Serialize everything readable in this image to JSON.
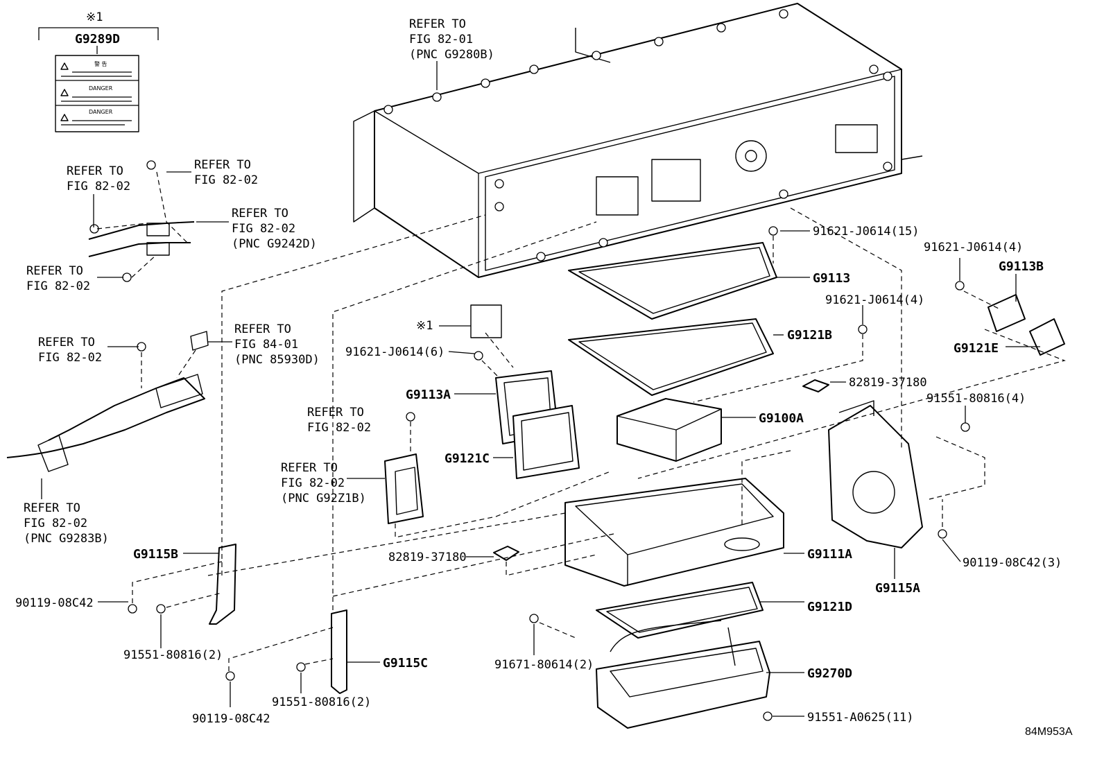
{
  "figure_code": "84M953A",
  "note_mark": "※1",
  "label_set": {
    "part": "G9289D",
    "lines": [
      "警 告",
      "DANGER",
      "DANGER"
    ]
  },
  "callouts": {
    "refer_8201": [
      "REFER TO",
      "FIG 82-01",
      "(PNC G9280B)"
    ],
    "refer_8202_top_left": [
      "REFER TO",
      "FIG 82-02"
    ],
    "refer_8202_top_right": [
      "REFER TO",
      "FIG 82-02"
    ],
    "refer_8202_g9242d": [
      "REFER TO",
      "FIG 82-02",
      "(PNC G9242D)"
    ],
    "refer_8202_mid_left": [
      "REFER TO",
      "FIG 82-02"
    ],
    "refer_8401": [
      "REFER TO",
      "FIG 84-01",
      "(PNC 85930D)"
    ],
    "refer_8202_harness": [
      "REFER TO",
      "FIG 82-02"
    ],
    "refer_8202_g9283b": [
      "REFER TO",
      "FIG 82-02",
      "(PNC G9283B)"
    ],
    "refer_8202_center": [
      "REFER TO",
      "FIG 82-02"
    ],
    "refer_8202_g92z1b": [
      "REFER TO",
      "FIG 82-02",
      "(PNC G92Z1B)"
    ]
  },
  "parts": {
    "p_91621_15": "91621-J0614(15)",
    "p_g9113": "G9113",
    "p_91621_4a": "91621-J0614(4)",
    "p_91621_4b": "91621-J0614(4)",
    "p_g9113b": "G9113B",
    "p_g9121e": "G9121E",
    "p_g9121b": "G9121B",
    "p_note_ref": "※1",
    "p_91621_6": "91621-J0614(6)",
    "p_82819_a": "82819-37180",
    "p_91551_4": "91551-80816(4)",
    "p_g9113a": "G9113A",
    "p_g9100a": "G9100A",
    "p_g9121c": "G9121C",
    "p_g9115b": "G9115B",
    "p_82819_b": "82819-37180",
    "p_g9111a": "G9111A",
    "p_90119_3": "90119-08C42(3)",
    "p_g9115a": "G9115A",
    "p_90119_a": "90119-08C42",
    "p_g9121d": "G9121D",
    "p_91551_2a": "91551-80816(2)",
    "p_91671_2": "91671-80614(2)",
    "p_g9115c": "G9115C",
    "p_g9270d": "G9270D",
    "p_91551_2b": "91551-80816(2)",
    "p_90119_b": "90119-08C42",
    "p_91551_11": "91551-A0625(11)"
  }
}
